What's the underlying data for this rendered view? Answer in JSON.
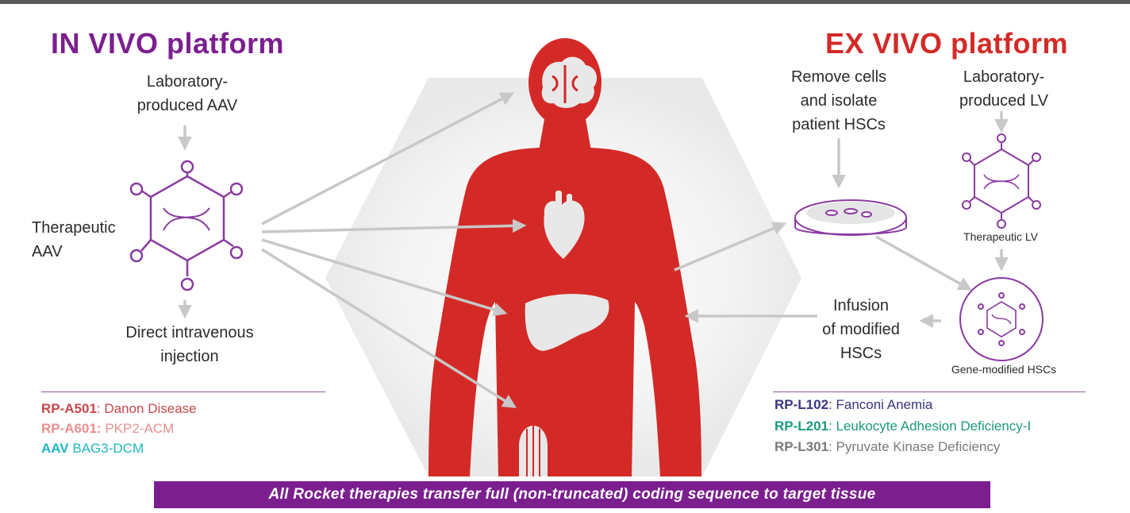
{
  "left": {
    "title": "IN VIVO platform",
    "lab_produced": "Laboratory-\nproduced AAV",
    "therapeutic": "Therapeutic\nAAV",
    "injection": "Direct intravenous\ninjection",
    "programs": [
      {
        "code": "RP-A501",
        "sep": ": ",
        "name": "Danon Disease",
        "color": "#c8474a"
      },
      {
        "code": "RP-A601:",
        "sep": " ",
        "name": "PKP2-ACM",
        "color": "#e8908e"
      },
      {
        "code": "AAV",
        "sep": " ",
        "name": "BAG3-DCM",
        "color": "#1fb6c0"
      }
    ]
  },
  "right": {
    "title": "EX VIVO platform",
    "remove_cells": "Remove  cells\nand isolate\npatient HSCs",
    "lab_produced": "Laboratory-\nproduced LV",
    "therapeutic_lv": "Therapeutic LV",
    "infusion": "Infusion\nof modified\nHSCs",
    "gene_modified": "Gene-modified HSCs",
    "programs": [
      {
        "code": "RP-L102",
        "sep": ": ",
        "name": "Fanconi Anemia",
        "color": "#3a3480"
      },
      {
        "code": "RP-L201",
        "sep": ": ",
        "name": "Leukocyte Adhesion Deficiency-I",
        "color": "#1b9a7e"
      },
      {
        "code": "RP-L301",
        "sep": ": ",
        "name": "Pyruvate Kinase Deficiency",
        "color": "#7a7a7a"
      }
    ]
  },
  "banner": "All Rocket therapies transfer full (non-truncated) coding sequence to target tissue",
  "colors": {
    "left_title": "#7b1f8f",
    "right_title": "#d42a27",
    "body": "#d42a27",
    "organ": "#e8e8e8",
    "arrow": "#c8c8c8",
    "virus": "#8a3aa0"
  },
  "icons": [
    "brain-icon",
    "heart-icon",
    "liver-icon",
    "muscle-icon",
    "aav-virus-icon",
    "lv-virus-icon",
    "petri-dish-icon",
    "modified-cell-icon"
  ]
}
